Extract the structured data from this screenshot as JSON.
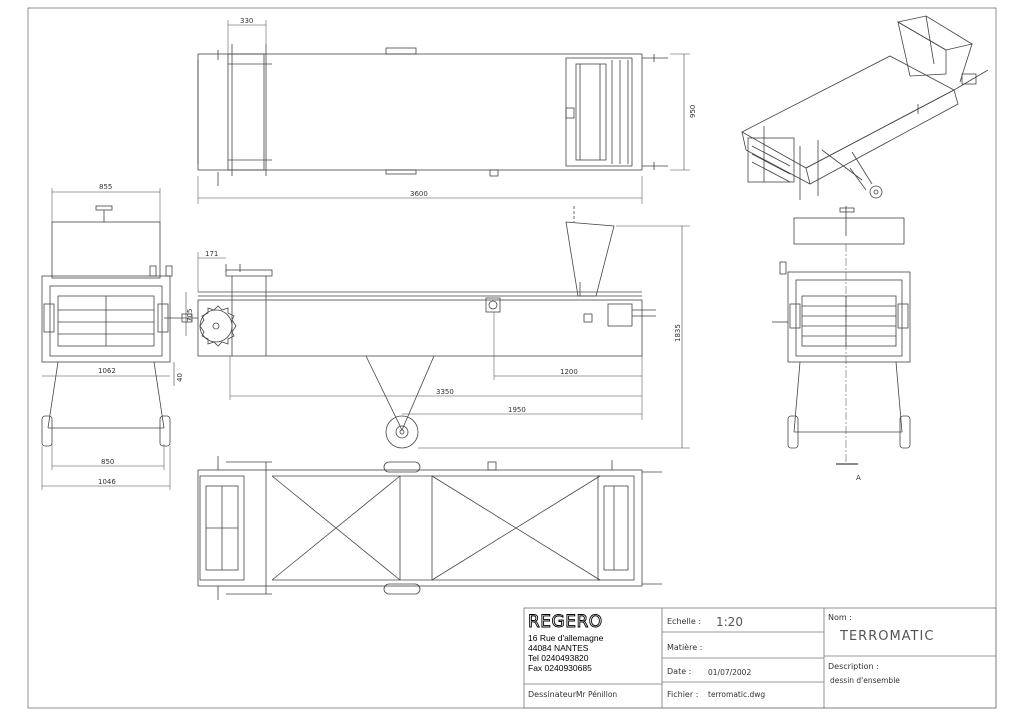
{
  "company": {
    "name": "REGERO",
    "address_line1": "16 Rue d'allemagne",
    "address_line2": "44084 NANTES",
    "tel": "Tel  0240493820",
    "fax": "Fax 0240930685"
  },
  "title_block": {
    "designer_label": "Dessinateur:",
    "designer_value": "Mr Pénillon",
    "echelle_label": "Echelle :",
    "echelle_value": "1:20",
    "matiere_label": "Matière :",
    "date_label": "Date :",
    "date_value": "01/07/2002",
    "fichier_label": "Fichier :",
    "fichier_value": "terromatic.dwg",
    "nom_label": "Nom :",
    "nom_value": "TERROMATIC",
    "description_label": "Description :",
    "description_value": "dessin d'ensemble"
  },
  "dimensions": {
    "top_width_330": "330",
    "top_height_950": "950",
    "top_length_3600": "3600",
    "left_top_855": "855",
    "left_1062": "1062",
    "left_850": "850",
    "left_1046": "1046",
    "side_171": "171",
    "side_705": "705",
    "side_40": "40",
    "side_1200": "1200",
    "side_3350": "3350",
    "side_1950": "1950",
    "side_1835": "1835"
  },
  "section_label": "A"
}
